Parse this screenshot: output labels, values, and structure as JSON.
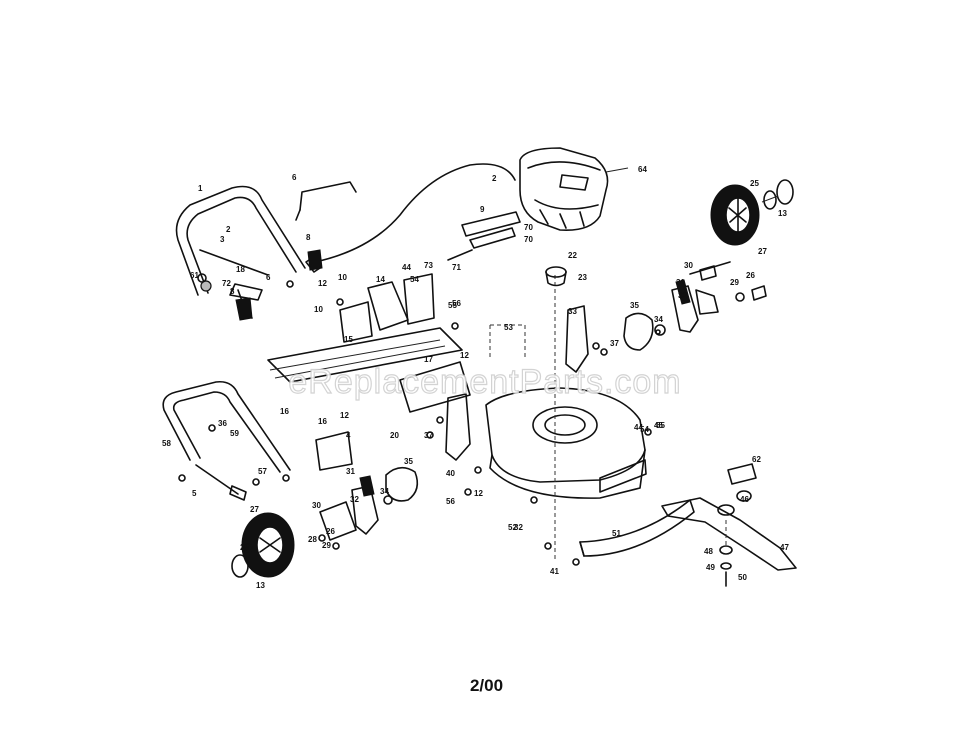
{
  "watermark": "eReplacementParts.com",
  "footer": "2/00",
  "labels": [
    "1",
    "2",
    "3",
    "4",
    "5",
    "6",
    "7",
    "8",
    "9",
    "10",
    "12",
    "13",
    "14",
    "15",
    "16",
    "17",
    "18",
    "20",
    "22",
    "23",
    "25",
    "26",
    "27",
    "28",
    "29",
    "30",
    "31",
    "32",
    "33",
    "34",
    "35",
    "36",
    "37",
    "40",
    "41",
    "44",
    "45",
    "46",
    "47",
    "48",
    "49",
    "50",
    "51",
    "52",
    "53",
    "54",
    "55",
    "56",
    "57",
    "58",
    "59",
    "61",
    "62",
    "64",
    "65",
    "70",
    "71",
    "72",
    "73"
  ]
}
